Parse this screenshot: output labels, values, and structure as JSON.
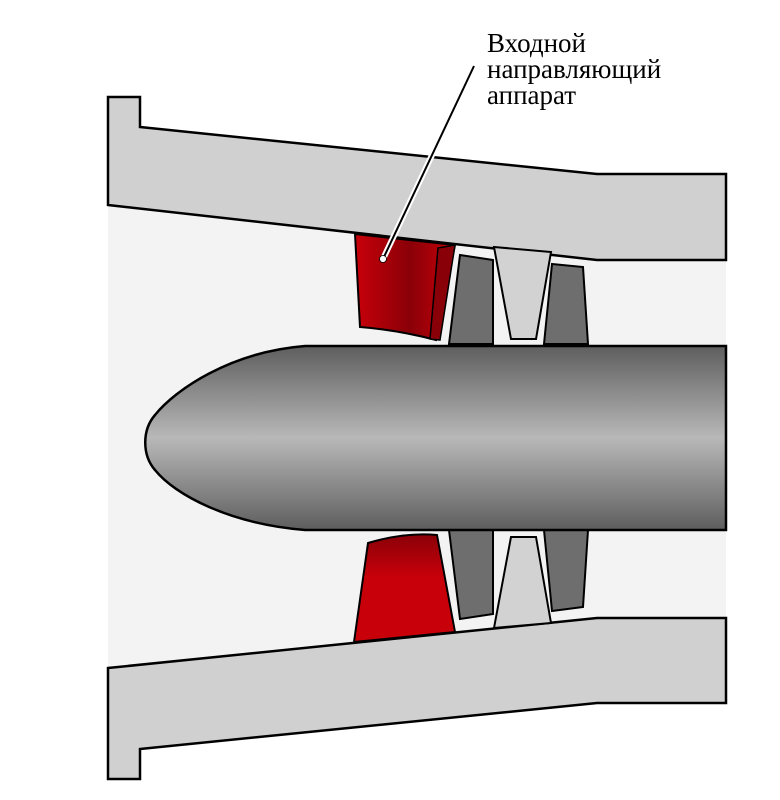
{
  "diagram": {
    "annotation": {
      "lines": [
        "Входной",
        "направляющий",
        "аппарат"
      ]
    },
    "colors": {
      "casing_fill": "#d0d0d0",
      "flow_channel_fill": "#f3f3f3",
      "guide_vane_red": "#c8000a",
      "guide_vane_dark_red": "#8a0008",
      "rotor_blade_fill": "#6e6e6e",
      "stator_blade_fill": "#d2d2d2",
      "shaft_light": "#b8b8b8",
      "shaft_dark": "#5e5e5e",
      "outline": "#000000"
    }
  }
}
